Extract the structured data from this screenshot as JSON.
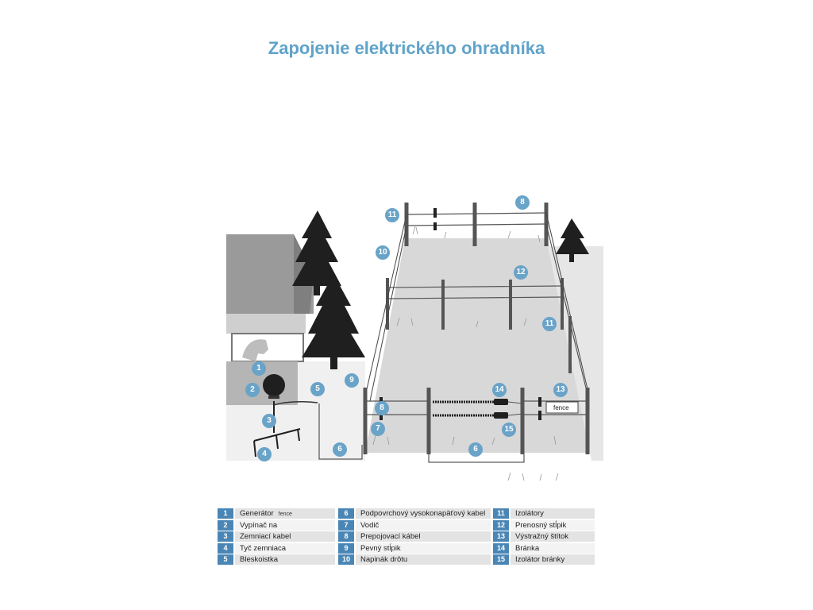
{
  "title": "Zapojenie elektrického ohradníka",
  "callouts": [
    "1",
    "2",
    "3",
    "4",
    "5",
    "6",
    "6",
    "7",
    "8",
    "8",
    "9",
    "10",
    "11",
    "11",
    "12",
    "13",
    "14",
    "15"
  ],
  "sign_text": "fence",
  "legend": {
    "col1": [
      {
        "num": "1",
        "label": "Generátor",
        "logo": "fence"
      },
      {
        "num": "2",
        "label": "Vypínač na"
      },
      {
        "num": "3",
        "label": "Zemniací kabel"
      },
      {
        "num": "4",
        "label": "Tyč zemniaca"
      },
      {
        "num": "5",
        "label": "Bleskoistka"
      }
    ],
    "col2": [
      {
        "num": "6",
        "label": "Podpovrchový vysokonapäťový kabel"
      },
      {
        "num": "7",
        "label": "Vodič"
      },
      {
        "num": "8",
        "label": "Prepojovací kábel"
      },
      {
        "num": "9",
        "label": "Pevný stĺpik"
      },
      {
        "num": "10",
        "label": "Napinák drôtu"
      }
    ],
    "col3": [
      {
        "num": "11",
        "label": "Izolátory"
      },
      {
        "num": "12",
        "label": "Prenosný stĺpik"
      },
      {
        "num": "13",
        "label": "Výstražný štítok"
      },
      {
        "num": "14",
        "label": "Bránka"
      },
      {
        "num": "15",
        "label": "Izolátor bránky"
      }
    ]
  },
  "colors": {
    "accent": "#6aa3c8",
    "legend_num": "#4a86b5",
    "ground": "#d9d9d9",
    "post": "#555555",
    "tree": "#1f1f1f"
  }
}
